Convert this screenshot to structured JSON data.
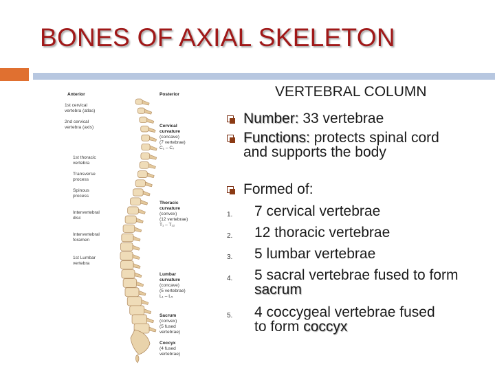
{
  "title": "BONES OF AXIAL SKELETON",
  "figure": {
    "header_left": "Anterior",
    "header_right": "Posterior",
    "left_labels": [
      "1st cervical\nvertebra (atlas)",
      "2nd cervical\nvertebra (axis)",
      "1st thoracic\nvertebra",
      "Transverse\nprocess",
      "Spinous\nprocess",
      "Intervertebral\ndisc",
      "Intervertebral\nforamen",
      "1st Lumbar\nvertebra"
    ],
    "right_labels": [
      {
        "title": "Cervical\ncurvature",
        "detail": "(concave)\n(7 vertebrae)\nC₁ – C₇"
      },
      {
        "title": "Thoracic\ncurvature",
        "detail": "(convex)\n(12 vertebrae)\nT₁ – T₁₂"
      },
      {
        "title": "Lumbar\ncurvature",
        "detail": "(concave)\n(5 vertebrae)\nL₁ – L₅"
      },
      {
        "title": "Sacrum",
        "detail": "(convex)\n(5 fused\nvertebrae)"
      },
      {
        "title": "Coccyx",
        "detail": "(4 fused\nvertebrae)"
      }
    ]
  },
  "content": {
    "heading": "VERTEBRAL COLUMN",
    "bullets": [
      {
        "label": "Number:",
        "rest": " 33 vertebrae"
      },
      {
        "label": "Functions:",
        "rest": " protects spinal cord and supports the body"
      },
      {
        "label": "",
        "rest": "Formed of:"
      }
    ],
    "list": [
      {
        "num": "1.",
        "count": "7",
        "rest": " cervical vertebrae"
      },
      {
        "num": "2.",
        "count": "12",
        "rest": " thoracic vertebrae"
      },
      {
        "num": "3.",
        "count": "5",
        "rest": " lumbar vertebrae"
      },
      {
        "num": "4.",
        "count": "5",
        "rest": " sacral vertebrae fused to form ",
        "term": "sacrum"
      },
      {
        "num": "5.",
        "count": "4",
        "rest": " coccygeal vertebrae fused to form ",
        "term": "coccyx"
      }
    ]
  }
}
